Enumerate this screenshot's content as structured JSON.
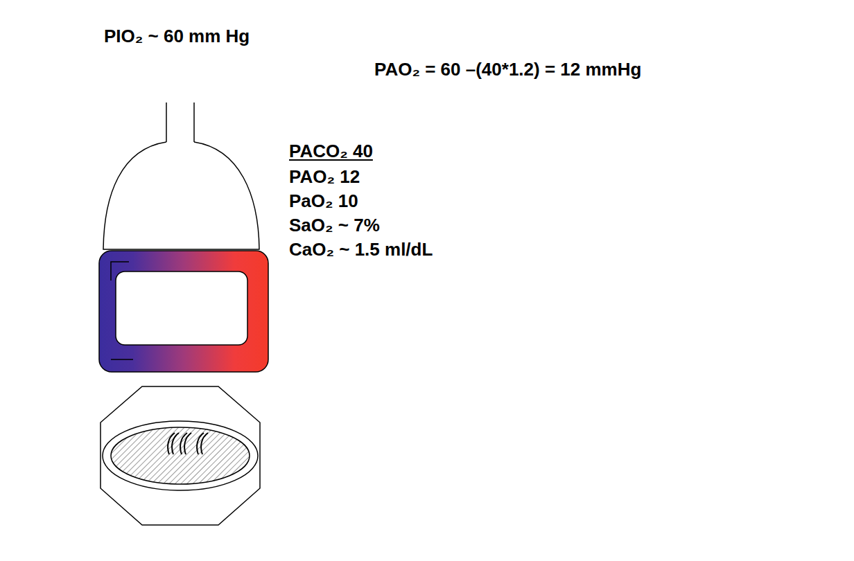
{
  "diagram": {
    "labels": [
      "PIO₂ ~ 60 mm Hg",
      "PAO₂ = 60 –(40*1.2) = 12 mmHg",
      "PACO₂ 40",
      "PAO₂ 12",
      "PaO₂ 10",
      "SaO₂ ~ 7%",
      "CaO₂ ~ 1.5 ml/dL"
    ]
  }
}
